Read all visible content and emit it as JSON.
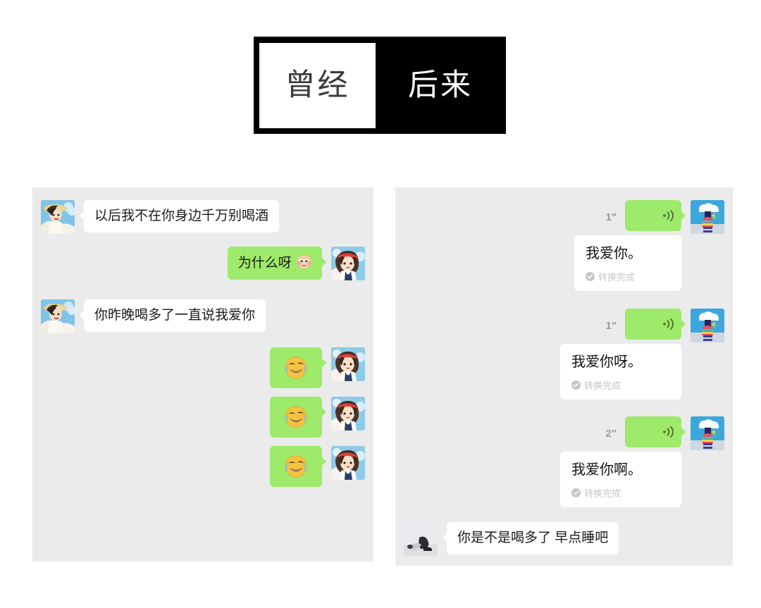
{
  "header": {
    "before_label": "曾经",
    "after_label": "后来",
    "before_bg": "#ffffff",
    "after_bg": "#000000",
    "before_text_color": "#3a3a3a",
    "after_text_color": "#ffffff"
  },
  "theme": {
    "panel_bg": "#ebebeb",
    "bubble_green": "#9eea6a",
    "bubble_white": "#ffffff",
    "status_gray": "#c6c6c6",
    "duration_gray": "#9a9a9a"
  },
  "left_panel": {
    "messages": [
      {
        "direction": "incoming",
        "type": "text",
        "text": "以后我不在你身边千万别喝酒",
        "avatar": "straw-hat-girl-avatar"
      },
      {
        "direction": "outgoing",
        "type": "text",
        "text": "为什么呀",
        "emoji": "flushed-face-emoji",
        "avatar": "headband-girl-avatar"
      },
      {
        "direction": "incoming",
        "type": "text",
        "text": "你昨晚喝多了一直说我爱你",
        "avatar": "straw-hat-girl-avatar"
      },
      {
        "direction": "outgoing",
        "type": "sticker",
        "emoji": "rolling-on-floor-laughing-emoji",
        "avatar": "headband-girl-avatar"
      },
      {
        "direction": "outgoing",
        "type": "sticker",
        "emoji": "rolling-on-floor-laughing-emoji",
        "avatar": "headband-girl-avatar"
      },
      {
        "direction": "outgoing",
        "type": "sticker",
        "emoji": "rolling-on-floor-laughing-emoji",
        "avatar": "headband-girl-avatar"
      }
    ]
  },
  "right_panel": {
    "messages": [
      {
        "direction": "outgoing",
        "type": "voice",
        "duration": "1\"",
        "avatar": "cloud-person-avatar",
        "transcript": "我爱你。",
        "transcript_status": "转换完成"
      },
      {
        "direction": "outgoing",
        "type": "voice",
        "duration": "1\"",
        "avatar": "cloud-person-avatar",
        "transcript": "我爱你呀。",
        "transcript_status": "转换完成"
      },
      {
        "direction": "outgoing",
        "type": "voice",
        "duration": "2\"",
        "avatar": "cloud-person-avatar",
        "transcript": "我爱你啊。",
        "transcript_status": "转换完成"
      },
      {
        "direction": "incoming",
        "type": "text",
        "text": "你是不是喝多了 早点睡吧",
        "avatar": "lying-person-photo-avatar"
      }
    ]
  }
}
